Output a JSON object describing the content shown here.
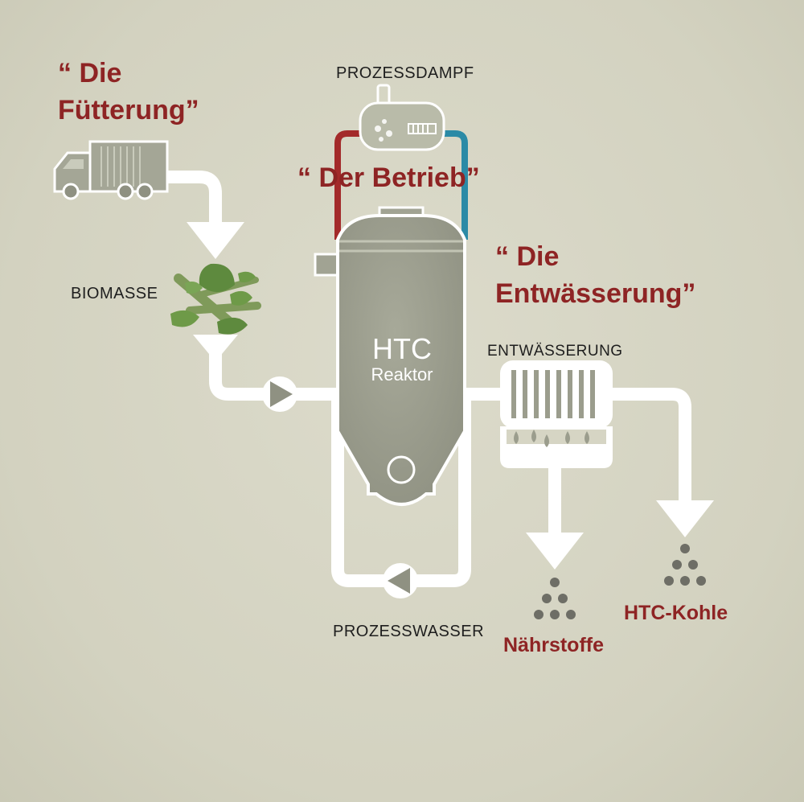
{
  "labels": {
    "feeding_line1": "“ Die",
    "feeding_line2": "Fütterung”",
    "operation": "“ Der Betrieb”",
    "dewatering_line1": "“ Die",
    "dewatering_line2": "Entwässerung”",
    "prozessdampf": "PROZESSDAMPF",
    "biomasse": "BIOMASSE",
    "entwaesserung": "ENTWÄSSERUNG",
    "prozesswasser": "PROZESSWASSER",
    "reactor_title": "HTC",
    "reactor_subtitle": "Reaktor",
    "naehrstoffe": "Nährstoffe",
    "htc_kohle": "HTC-Kohle"
  },
  "colors": {
    "background": "#d6d5c4",
    "pipe": "#ffffff",
    "reactor": "#9b9d8d",
    "accent_red": "#8e2424",
    "hot_line": "#a32a2a",
    "cold_line": "#2b8aa6",
    "leaf": "#5e8a3e",
    "granule": "#6e6e66"
  },
  "icons": {
    "truck": "truck-icon",
    "boiler": "steam-boiler-icon",
    "biomass": "biomass-leaves-icon",
    "pump": "pump-icon",
    "filter": "dewatering-filter-icon",
    "granules": "granules-icon"
  }
}
